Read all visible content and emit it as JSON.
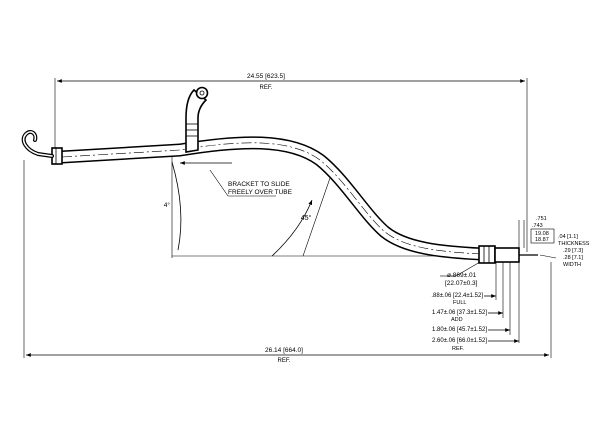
{
  "dimensions": {
    "top_overall": "24.55 [623.5]",
    "top_overall_ref": "REF.",
    "bottom_overall": "26.14 [664.0]",
    "bottom_overall_ref": "REF.",
    "note_line1": "BRACKET TO SLIDE",
    "note_line2": "FREELY OVER TUBE",
    "left_angle": "4°",
    "bend_angle": "45°",
    "rod_dia_top": ".751",
    "rod_dia_bot": ".743",
    "rod_metric_top": "19.08",
    "rod_metric_bot": "18.87",
    "thickness_value": ".04 [1.1]",
    "thickness_label": "THICKNESS",
    "width_top": ".29 [7.3]",
    "width_bot": ".28 [7.1]",
    "width_label": "WIDTH",
    "tube_dia": "ø.869±.01",
    "tube_dia_metric": "[22.07±0.3]",
    "full_value": ".88±.06 [22.4±1.52]",
    "full_label": "FULL",
    "add_value": "1.47±.06 [37.3±1.52]",
    "add_label": "ADD",
    "dim_180": "1.80±.06 [45.7±1.52]",
    "dim_260": "2.60±.06 [66.0±1.52]",
    "dim_260_ref": "REF."
  }
}
